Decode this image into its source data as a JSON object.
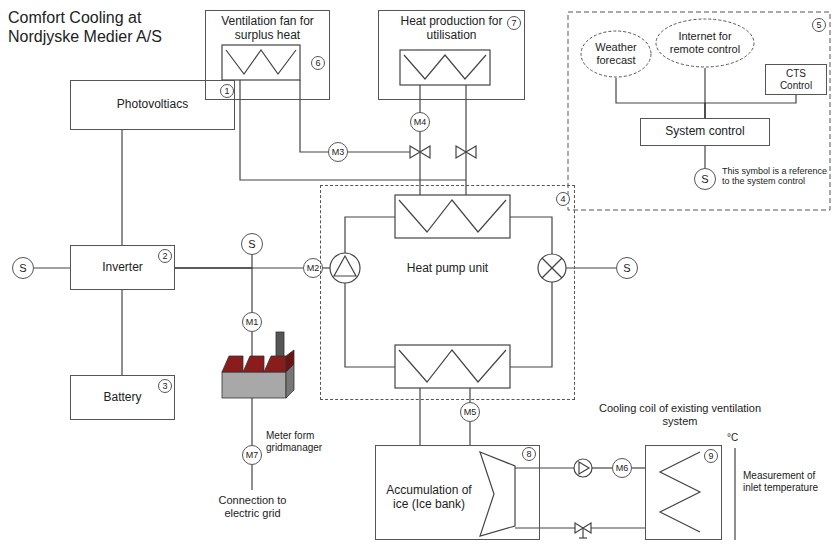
{
  "diagram": {
    "title": "Comfort Cooling at Nordjyske Medier A/S",
    "nodes": [
      {
        "text": [
          "Photovoltiacs"
        ]
      },
      {
        "text": [
          "S"
        ]
      },
      {
        "text": [
          "Inverter"
        ]
      },
      {
        "text": [
          "Battery"
        ]
      },
      {
        "text": [
          "S"
        ]
      },
      {
        "text": [
          "M2"
        ]
      },
      {
        "text": [
          "M1"
        ]
      },
      {
        "text": [
          "M7"
        ]
      },
      {
        "text": [
          "Ventilation fan for surplus heat"
        ]
      },
      {
        "text": [
          "Heat production for utilisation"
        ]
      },
      {
        "text": [
          "M4"
        ]
      },
      {
        "text": [
          "M3"
        ]
      },
      {
        "text": [
          "Heat pump unit"
        ]
      },
      {
        "text": [
          "S"
        ]
      },
      {
        "text": [
          "Weather forecast"
        ]
      },
      {
        "text": [
          "Internet for remote control"
        ]
      },
      {
        "text": [
          "CTS Control"
        ]
      },
      {
        "text": [
          "System control"
        ]
      },
      {
        "text": [
          "S"
        ]
      },
      {
        "text": [
          "M5"
        ]
      },
      {
        "text": [
          "Accumulation of ice (Ice bank)"
        ]
      },
      {
        "text": [
          "M6"
        ]
      },
      {
        "text": [
          "Cooling coil of existing ventilation system"
        ]
      }
    ],
    "edges": [
      {
        "from": 0,
        "to": 2,
        "arrow": "none"
      },
      {
        "from": 1,
        "to": 2,
        "arrow": "none"
      },
      {
        "from": 2,
        "to": 3,
        "arrow": "none"
      },
      {
        "from": 2,
        "to": 4,
        "arrow": "none"
      },
      {
        "from": 2,
        "to": 5,
        "arrow": "none"
      },
      {
        "from": 2,
        "to": 6,
        "arrow": "none"
      },
      {
        "from": 8,
        "to": 11,
        "arrow": "none"
      },
      {
        "from": 10,
        "to": 9,
        "arrow": "none"
      },
      {
        "from": 14,
        "to": 17,
        "arrow": "none"
      },
      {
        "from": 15,
        "to": 17,
        "arrow": "none"
      },
      {
        "from": 16,
        "to": 17,
        "arrow": "none"
      },
      {
        "from": 17,
        "to": 18,
        "arrow": "none"
      },
      {
        "from": 21,
        "to": 22,
        "arrow": "none"
      }
    ],
    "labels": [
      "1",
      "2",
      "3",
      "4",
      "5",
      "6",
      "7",
      "8",
      "9",
      "Meter form gridmanager",
      "Connection to electric grid",
      "°C",
      "Measurement of inlet temperature",
      "This symbol is a reference to the system control"
    ]
  }
}
